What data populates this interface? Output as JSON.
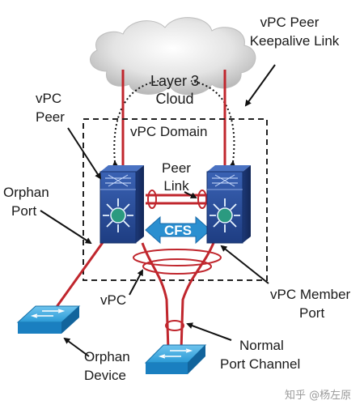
{
  "labels": {
    "keepalive_line1": "vPC Peer",
    "keepalive_line2": "Keepalive Link",
    "cloud_line1": "Layer 3",
    "cloud_line2": "Cloud",
    "vpc_peer_line1": "vPC",
    "vpc_peer_line2": "Peer",
    "vpc_domain": "vPC Domain",
    "peer_link_line1": "Peer",
    "peer_link_line2": "Link",
    "orphan_port_line1": "Orphan",
    "orphan_port_line2": "Port",
    "cfs": "CFS",
    "vpc": "vPC",
    "member_port_line1": "vPC Member",
    "member_port_line2": "Port",
    "orphan_device_line1": "Orphan",
    "orphan_device_line2": "Device",
    "normal_pc_line1": "Normal",
    "normal_pc_line2": "Port Channel",
    "watermark": "知乎 @杨左原"
  },
  "colors": {
    "link_red": "#c0262d",
    "device_blue": "#2b4f9e",
    "switch_blue": "#1b88c8",
    "cfs_blue": "#2a8fd0",
    "domain_border": "#222222"
  },
  "icons": {
    "left_peer": "nexus-switch-icon",
    "right_peer": "nexus-switch-icon",
    "orphan_device": "access-switch-icon",
    "normal_device": "access-switch-icon",
    "cloud": "cloud-icon"
  }
}
